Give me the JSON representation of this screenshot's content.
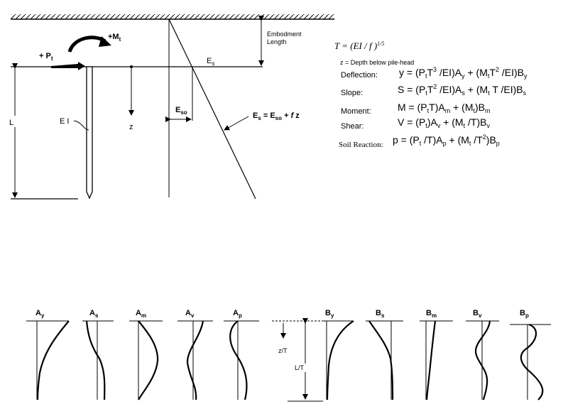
{
  "diagram": {
    "embedment_length_label": [
      "Embodment",
      "Length"
    ],
    "es_label": "E_s",
    "pt_label": "+ P_t",
    "mt_label": "+M_t",
    "ei_label": "E I",
    "l_label": "L",
    "z_label": "z",
    "eso_label": "E_so",
    "es_formula_label": "E_s = E_so + f z"
  },
  "equations": {
    "t_def": "T = (EI / f)^1/5",
    "z_def": "z = Depth below pile-head",
    "rows": [
      {
        "name": "Deflection:",
        "formula": "y = (P_t T^3 /EI)A_y + (M_t T^2 /EI)B_y"
      },
      {
        "name": "Slope:",
        "formula": "S = (P_t T^2 /EI)A_s + (M_t T /EI)B_s"
      },
      {
        "name": "Moment:",
        "formula": "M = (P_t T)A_m + (M_t)B_m"
      },
      {
        "name": "Shear:",
        "formula": "V = (P_t)A_v + (M_t /T)B_v"
      },
      {
        "name": "Soil Reaction:",
        "formula": "p = (P_t /T)A_p + (M_t /T^2)B_p"
      }
    ]
  },
  "coefficient_curves": {
    "a_titles": [
      "A y",
      "A s",
      "A m",
      "A v",
      "A p"
    ],
    "b_titles": [
      "B y",
      "B s",
      "B m",
      "B v",
      "B p"
    ],
    "zt_label": "z/T",
    "lt_label": "L/T"
  }
}
